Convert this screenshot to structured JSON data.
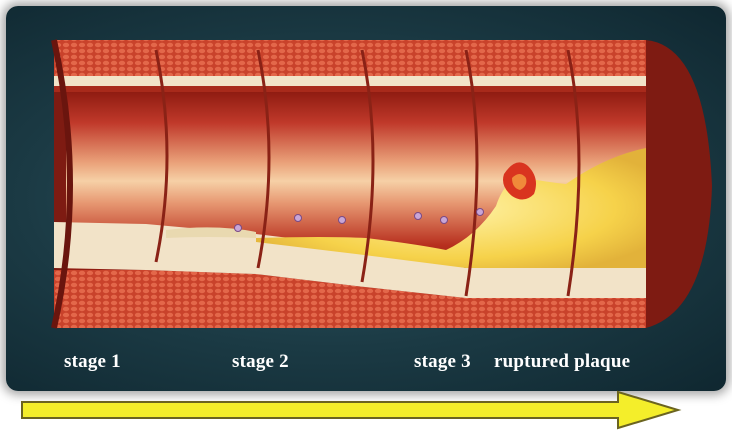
{
  "labels": {
    "stage1": "stage 1",
    "stage2": "stage 2",
    "stage3": "stage 3",
    "ruptured": "ruptured plaque"
  },
  "colors": {
    "background_dark": "#0f2730",
    "background_mid": "#2f5a66",
    "vessel_wall": "#c8412a",
    "lumen_deep": "#9e1f12",
    "lumen_light": "#f3c9a0",
    "plaque_yellow": "#f6d24a",
    "arrow_fill": "#f4ee2a",
    "arrow_stroke": "#6b6420"
  }
}
